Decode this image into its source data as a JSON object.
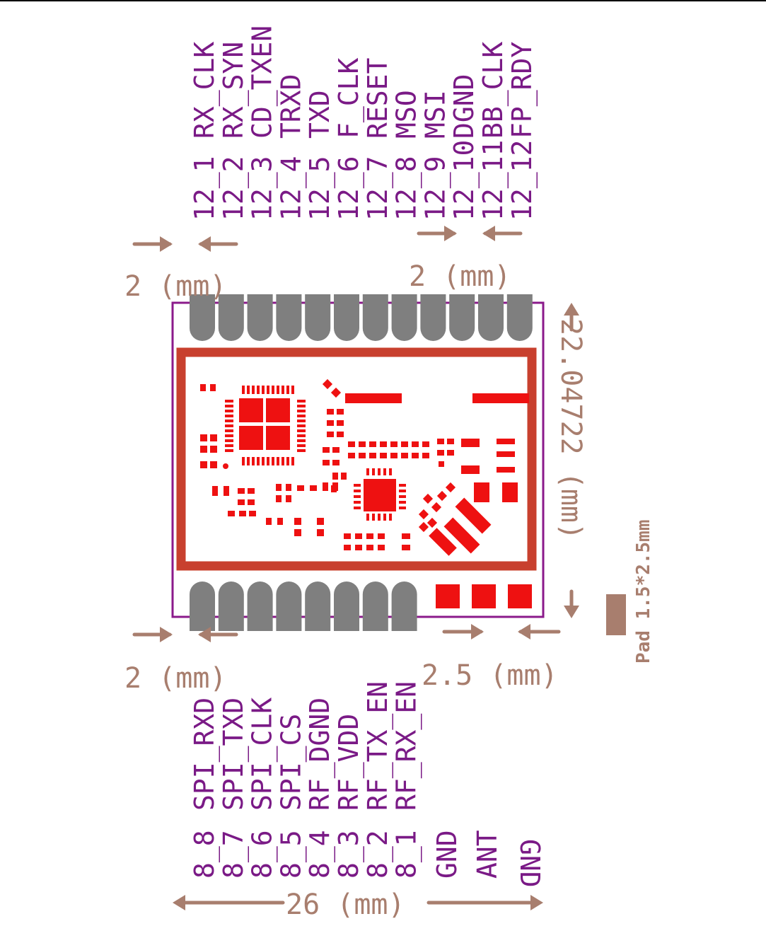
{
  "top_header": {
    "numbers": [
      "12_1",
      "12_2",
      "12_3",
      "12_4",
      "12_5",
      "12_6",
      "12_7",
      "12_8",
      "12_9",
      "12_10",
      "12_11",
      "12_12"
    ],
    "names": [
      "RX_CLK",
      "RX_SYN",
      "CD_TXEN",
      "TRXD",
      "TXD",
      "F_CLK",
      "RESET",
      "MSO",
      "MSI",
      "DGND",
      "BB_CLK",
      "FP_RDY"
    ]
  },
  "bottom_header": {
    "numbers": [
      "8_8",
      "8_7",
      "8_6",
      "8_5",
      "8_4",
      "8_3",
      "8_2",
      "8_1"
    ],
    "names": [
      "SPI_RXD",
      "SPI_TXD",
      "SPI_CLK",
      "SPI_CS",
      "RF_DGND",
      "RF_VDD",
      "RF_TX_EN",
      "RF_RX_EN"
    ]
  },
  "rf_pads": [
    "GND",
    "ANT",
    "GND"
  ],
  "dimensions": {
    "top_left_pitch": "2 (mm)",
    "top_right_pitch": "2 (mm)",
    "bottom_left_pitch": "2 (mm)",
    "bottom_right_pitch": "2.5 (mm)",
    "height": "22.04722 (mm)",
    "width": "26 (mm)"
  },
  "pad_note": "Pad 1.5*2.5mm",
  "colors": {
    "pin_text": "#7a1a86",
    "dimension": "#a87e6e",
    "outline": "#8b1a8b",
    "shield": "#c8402e",
    "copper": "#ee1111",
    "pad_gray": "#7f7f7f"
  }
}
